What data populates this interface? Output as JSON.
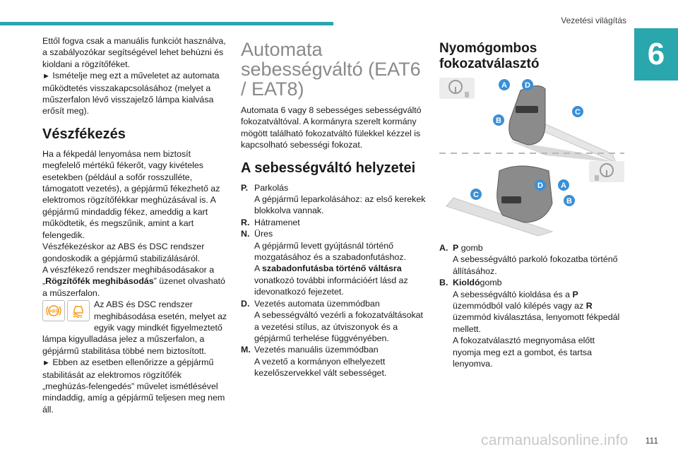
{
  "header": {
    "title": "Vezetési világítás",
    "chapter": "6",
    "page": "111"
  },
  "col1": {
    "intro": "Ettől fogva csak a manuális funkciót használva, a szabályozókar segítségével lehet behúzni és kioldani a rögzítőféket.",
    "step1": "Ismételje meg ezt a műveletet az automata működtetés visszakapcsolásához (melyet a műszerfalon lévő visszajelző lámpa kialvása erősít meg).",
    "heading": "Vészfékezés",
    "para": "Ha a fékpedál lenyomása nem biztosít megfelelő mértékű fékerőt, vagy kivételes esetekben (például a sofőr rosszulléte, támogatott vezetés), a gépjármű fékezhető az elektromos rögzítőfékkar meghúzásával is. A gépjármű mindaddig fékez, ameddig a kart működtetik, és megszűnik, amint a kart felengedik.",
    "para2": "Vészfékezéskor az ABS és DSC rendszer gondoskodik a gépjármű stabilizálásáról.",
    "para3_pre": "A vészfékező rendszer meghibásodásakor a „",
    "para3_bold": "Rögzítőfék meghibásodás",
    "para3_post": "” üzenet olvasható a műszerfalon.",
    "warn": "Az ABS és DSC rendszer meghibásodása esetén, melyet az egyik vagy mindkét figyelmeztető lámpa kigyulladása jelez a műszerfalon, a gépjármű stabilitása többé nem biztosított.",
    "step2": "Ebben az esetben ellenőrizze a gépjármű stabilitását az elektromos rögzítőfék „meghúzás-felengedés” művelet ismétlésével mindaddig, amíg a gépjármű teljesen meg nem áll."
  },
  "col2": {
    "title": "Automata sebességváltó (EAT6 / EAT8)",
    "intro": "Automata 6 vagy 8 sebességes sebességváltó fokozatváltóval. A kormányra szerelt kormány mögött található fokozatváltó fülekkel kézzel is kapcsolható sebességi fokozat.",
    "heading": "A sebességváltó helyzetei",
    "defs": [
      {
        "k": "P.",
        "v": "Parkolás\nA gépjármű leparkolásához: az első kerekek blokkolva vannak."
      },
      {
        "k": "R.",
        "v": "Hátramenet"
      },
      {
        "k": "N.",
        "v": "Üres\nA gépjármű levett gyújtásnál történő mozgatásához és a szabadonfutáshoz."
      },
      {
        "k": "D.",
        "v": "Vezetés automata üzemmódban\nA sebességváltó vezérli a fokozatváltásokat a vezetési stílus, az útviszonyok és a gépjármű terhelése függvényében."
      },
      {
        "k": "M.",
        "v": "Vezetés manuális üzemmódban\nA vezető a kormányon elhelyezett kezelőszervekkel vált sebességet."
      }
    ],
    "n_ref_pre": "A ",
    "n_ref_bold": "szabadonfutásba történő váltásra",
    "n_ref_post": " vonatkozó további információért lásd az idevonatkozó fejezetet."
  },
  "col3": {
    "heading": "Nyomógombos fokozatválasztó",
    "labels": [
      "A",
      "D",
      "C",
      "B"
    ],
    "a_key": "A.",
    "a_bold": "P",
    "a_rest": " gomb",
    "a_desc": "A sebességváltó parkoló fokozatba történő állításához.",
    "b_key": "B.",
    "b_bold": "Kioldó",
    "b_rest": "gomb",
    "b_desc1_pre": "A sebességváltó kioldása és a ",
    "b_desc1_bold": "P",
    "b_desc2_pre": " üzemmódból való kilépés vagy az ",
    "b_desc2_bold": "R",
    "b_desc3": " üzemmód kiválasztása, lenyomott fékpedál mellett.",
    "b_desc4": "A fokozatválasztó megnyomása előtt nyomja meg ezt a gombot, és tartsa lenyomva."
  },
  "watermark": "carmanualsonline.info",
  "colors": {
    "accent": "#2aa6ad",
    "badge": "#3a8fd6"
  }
}
